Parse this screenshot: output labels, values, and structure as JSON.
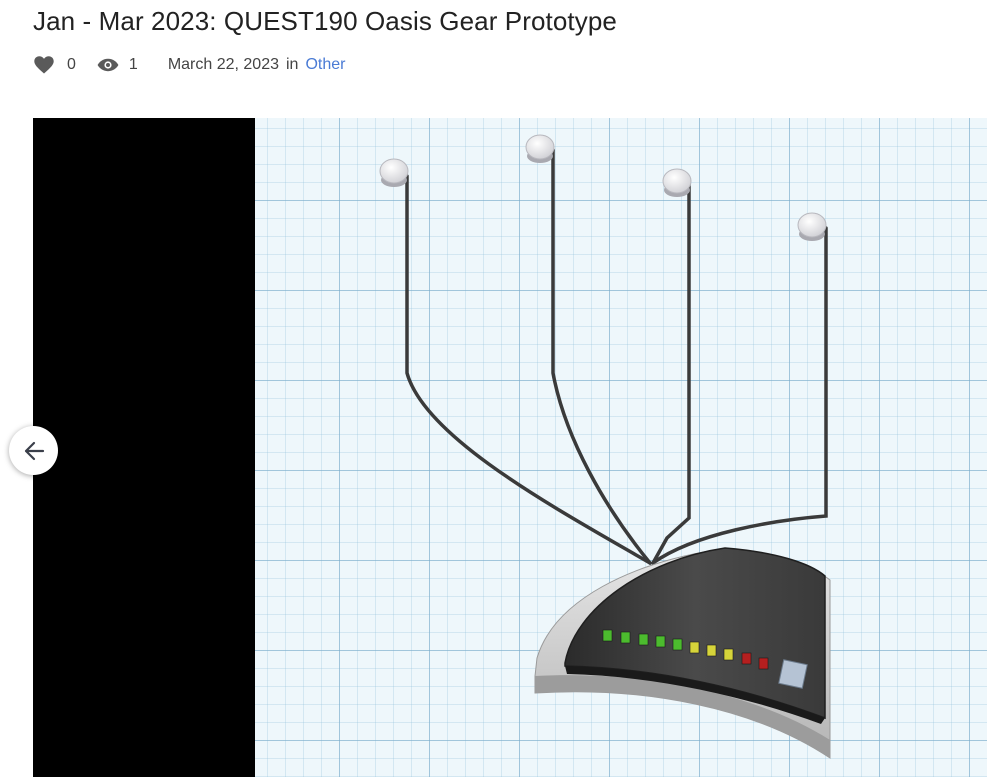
{
  "project": {
    "title": "Jan - Mar 2023: QUEST190 Oasis Gear Prototype"
  },
  "meta": {
    "likes": "0",
    "views": "1",
    "date": "March 22, 2023",
    "in_label": "in",
    "category": "Other",
    "icons": {
      "likes": "heart-icon",
      "views": "eye-icon"
    }
  },
  "gallery": {
    "prev_icon": "arrow-left-icon",
    "image_alt": "3D model of a curved device with four wires ending in round buttons, on a grid background"
  },
  "colors": {
    "link": "#4a7bd5",
    "icon": "#555555",
    "grid_bg": "#eef7fb"
  }
}
